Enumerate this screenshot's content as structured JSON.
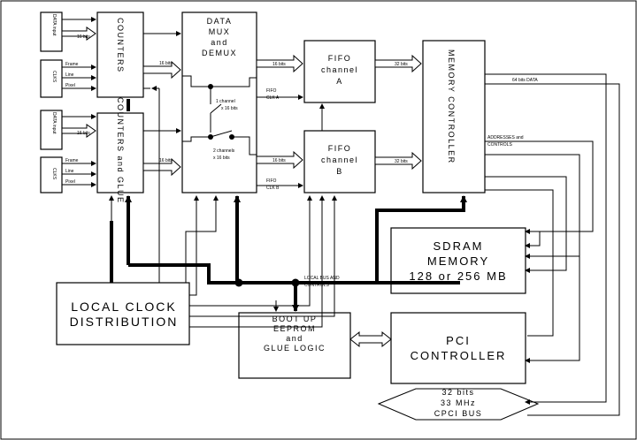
{
  "diagram": {
    "blocks": {
      "data_input_1": "DATA input",
      "clks_1": "CLKS",
      "data_input_2": "DATA input",
      "clks_2": "CLKS",
      "counters_top": "COUNTERS",
      "counters_bottom": "COUNTERS and GLUE",
      "mux": [
        "DATA",
        "MUX",
        "and",
        "DEMUX"
      ],
      "fifo_a": [
        "FIFO",
        "channel",
        "A"
      ],
      "fifo_b": [
        "FIFO",
        "channel",
        "B"
      ],
      "memory_controller": "MEMORY CONTROLLER",
      "sdram": [
        "SDRAM",
        "MEMORY",
        "128 or 256 MB"
      ],
      "local_clock": [
        "LOCAL CLOCK",
        "DISTRIBUTION"
      ],
      "bootup": [
        "BOOT UP",
        "EEPROM",
        "and",
        "GLUE LOGIC"
      ],
      "pci": [
        "PCI",
        "CONTROLLER"
      ],
      "cpci": [
        "32 bits",
        "33 MHz",
        "CPCI BUS"
      ]
    },
    "labels": {
      "bits16_a": "16 bits",
      "bits16_b": "16 bits",
      "frame_1": "Frame",
      "line_1": "Line",
      "pixel_1": "Pixel",
      "frame_2": "Frame",
      "line_2": "Line",
      "pixel_2": "Pixel",
      "cnt_bits_top": "16 bits",
      "cnt_bits_bottom": "16 bits",
      "mode1": [
        "1 channel",
        "x 16 bits"
      ],
      "mode2": [
        "2 channels",
        "x 16 bits"
      ],
      "mux_out_a": "16 bits",
      "mux_out_b": "16 bits",
      "fifo_clk_a": [
        "FIFO",
        "CLK A"
      ],
      "fifo_clk_b": [
        "FIFO",
        "CLK B"
      ],
      "fifo_out_a": "32 bits",
      "fifo_out_b": "32 bits",
      "data64": "64 bits DATA",
      "addresses": [
        "ADDRESSES and",
        "CONTROLS"
      ],
      "local_bus": [
        "LOCAL BUS AND",
        "CONTROLS"
      ]
    }
  }
}
